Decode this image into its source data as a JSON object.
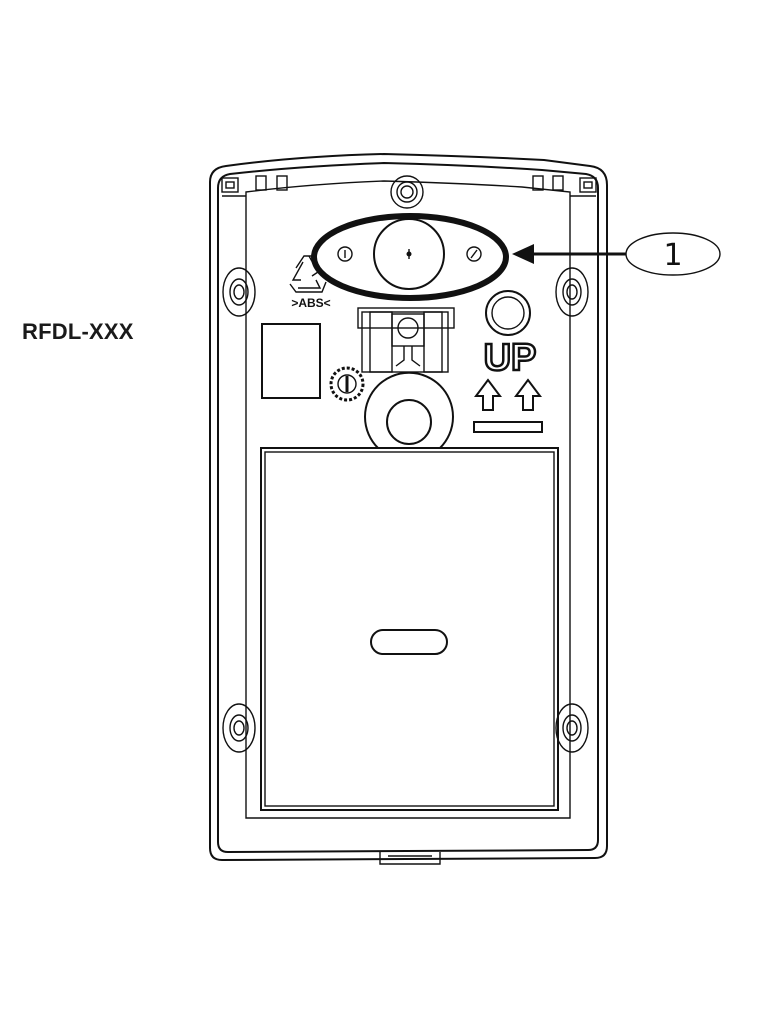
{
  "model_label": "RFDL-XXX",
  "recycle_mark": ">ABS<",
  "up_label": "UP",
  "callout_number": "1",
  "colors": {
    "line": "#111111",
    "background": "#ffffff"
  }
}
